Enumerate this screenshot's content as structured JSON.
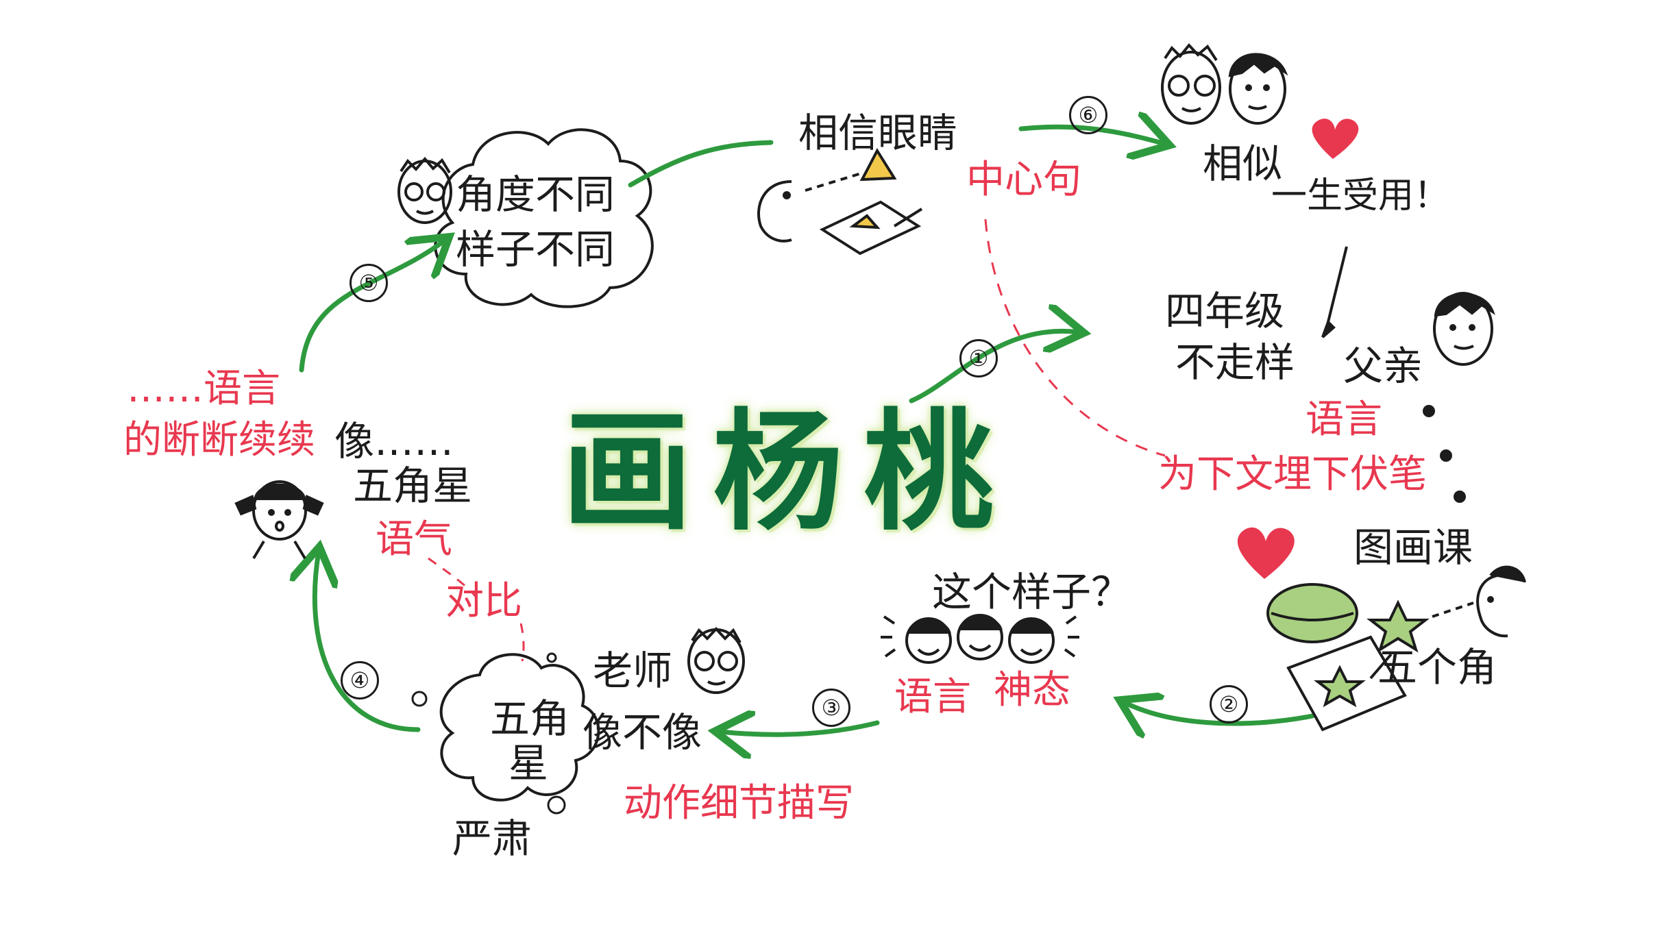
{
  "title": "画杨桃",
  "colors": {
    "arrow_green": "#2e9a3e",
    "title_green": "#0e6b3a",
    "accent_red": "#e8384f",
    "ink": "#1c1c1c"
  },
  "steps": [
    "①",
    "②",
    "③",
    "④",
    "⑤",
    "⑥"
  ],
  "nodes": {
    "n_believe_eyes": "相信眼睛",
    "n_center_sentence": "中心句",
    "n_similar": "相似",
    "n_lifelong": "一生受用！",
    "n_grade4": "四年级",
    "n_not_distort": "不走样",
    "n_father": "父亲",
    "n_lang_right": "语言",
    "n_foreshadow": "为下文埋下伏笔",
    "n_art_class": "图画课",
    "n_five_corners": "五个角",
    "n_like_this": "这个样子？",
    "n_lang_mid": "语言",
    "n_expression": "神态",
    "n_teacher": "老师",
    "n_like_or_not": "像不像",
    "n_action_detail": "动作细节描写",
    "n_cloud_star_1": "五角",
    "n_cloud_star_2": "星",
    "n_serious": "严肃",
    "n_contrast": "对比",
    "n_tone": "语气",
    "n_star_left": "五角星",
    "n_hesitant_1": "……语言",
    "n_hesitant_2": "的断断续续",
    "n_like_dots": "像……",
    "n_angle_1": "角度不同",
    "n_angle_2": "样子不同"
  }
}
